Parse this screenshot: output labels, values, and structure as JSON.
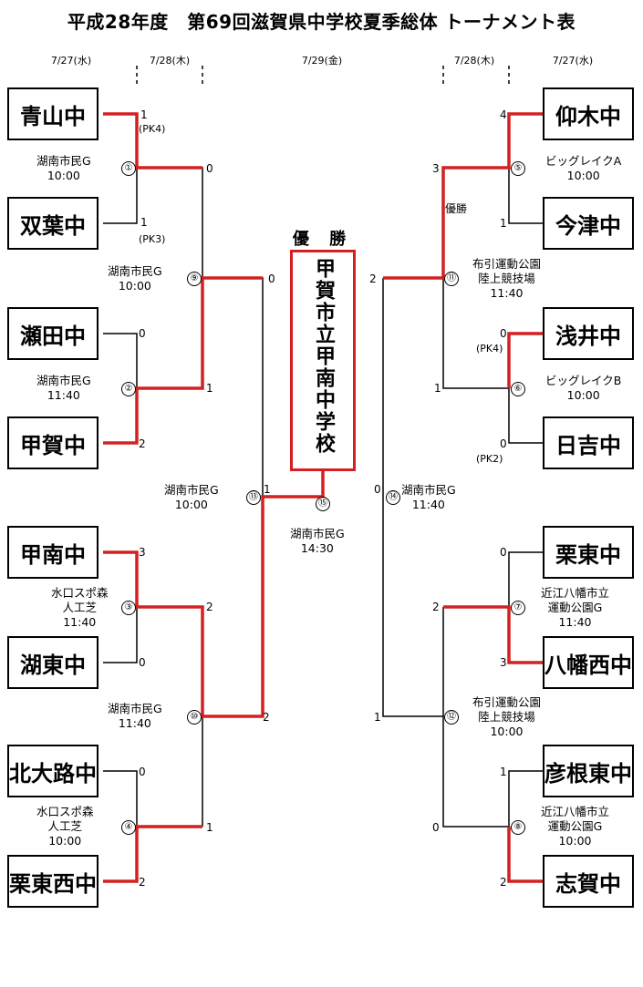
{
  "title": "平成28年度　第69回滋賀県中学校夏季総体 トーナメント表",
  "dates": {
    "l1": "7/27(水)",
    "l2": "7/28(木)",
    "c": "7/29(金)",
    "r2": "7/28(木)",
    "r1": "7/27(水)"
  },
  "teams": {
    "l1": "青山中",
    "l2": "双葉中",
    "l3": "瀬田中",
    "l4": "甲賀中",
    "l5": "甲南中",
    "l6": "湖東中",
    "l7": "北大路中",
    "l8": "栗東西中",
    "r1": "仰木中",
    "r2": "今津中",
    "r3": "浅井中",
    "r4": "日吉中",
    "r5": "栗東中",
    "r6": "八幡西中",
    "r7": "彦根東中",
    "r8": "志賀中"
  },
  "scores": {
    "m1a": "1",
    "m1b": "1",
    "m2a": "0",
    "m2b": "2",
    "m3a": "3",
    "m3b": "0",
    "m4a": "0",
    "m4b": "2",
    "m9a": "0",
    "m9b": "1",
    "m10a": "2",
    "m10b": "1",
    "m13a": "0",
    "m13b": "2",
    "m13f": "1",
    "m5a": "4",
    "m5b": "1",
    "m6a": "0",
    "m6b": "0",
    "m7a": "0",
    "m7b": "3",
    "m8a": "1",
    "m8b": "2",
    "m11a": "3",
    "m11b": "1",
    "m12a": "2",
    "m12b": "0",
    "m14a": "2",
    "m14b": "1",
    "m14f": "0"
  },
  "pk": {
    "m1a": "(PK4)",
    "m1b": "(PK3)",
    "m6a": "(PK4)",
    "m6b": "(PK2)"
  },
  "venues": {
    "m1": [
      "湖南市民G",
      "10:00"
    ],
    "m2": [
      "湖南市民G",
      "11:40"
    ],
    "m3": [
      "水口スポ森",
      "人工芝",
      "11:40"
    ],
    "m4": [
      "水口スポ森",
      "人工芝",
      "10:00"
    ],
    "m9": [
      "湖南市民G",
      "10:00"
    ],
    "m10": [
      "湖南市民G",
      "11:40"
    ],
    "m13": [
      "湖南市民G",
      "10:00"
    ],
    "m15": [
      "湖南市民G",
      "14:30"
    ],
    "m14": [
      "湖南市民G",
      "11:40"
    ],
    "m5": [
      "ビッグレイクA",
      "10:00"
    ],
    "m6": [
      "ビッグレイクB",
      "10:00"
    ],
    "m7": [
      "近江八幡市立",
      "運動公園G",
      "11:40"
    ],
    "m8": [
      "近江八幡市立",
      "運動公園G",
      "10:00"
    ],
    "m11": [
      "布引運動公園",
      "陸上競技場",
      "11:40"
    ],
    "m12": [
      "布引運動公園",
      "陸上競技場",
      "10:00"
    ]
  },
  "match_nums": {
    "m1": "①",
    "m2": "②",
    "m3": "③",
    "m4": "④",
    "m5": "⑤",
    "m6": "⑥",
    "m7": "⑦",
    "m8": "⑧",
    "m9": "⑨",
    "m10": "⑩",
    "m11": "⑪",
    "m12": "⑫",
    "m13": "⑬",
    "m14": "⑭",
    "m15": "⑮"
  },
  "champion_label": "優勝",
  "winner_title": "優 勝",
  "winner": "甲賀市立甲南中学校",
  "colors": {
    "win": "#d42020",
    "line": "#000000"
  }
}
